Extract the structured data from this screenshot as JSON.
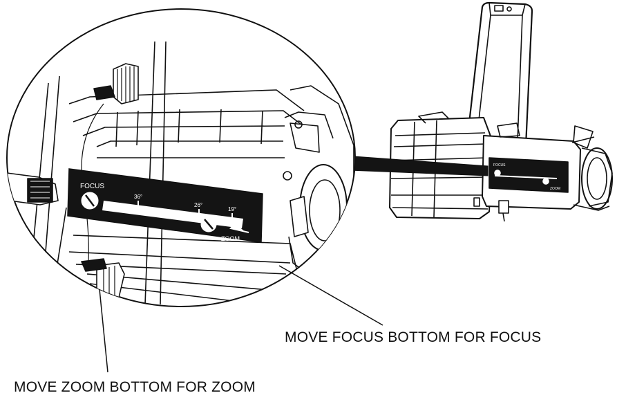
{
  "panel": {
    "focus_label": "FOCUS",
    "zoom_label": "ZOOM",
    "scale_marks": [
      "36°",
      "26°",
      "19°"
    ],
    "small_focus_label": "FOCUS",
    "small_zoom_label": "ZOOM"
  },
  "captions": {
    "focus": "MOVE FOCUS BOTTOM FOR FOCUS",
    "zoom": "MOVE ZOOM BOTTOM FOR ZOOM"
  },
  "colors": {
    "line": "#111111",
    "panel": "#141414",
    "panel_text": "#ffffff",
    "background": "#ffffff"
  }
}
